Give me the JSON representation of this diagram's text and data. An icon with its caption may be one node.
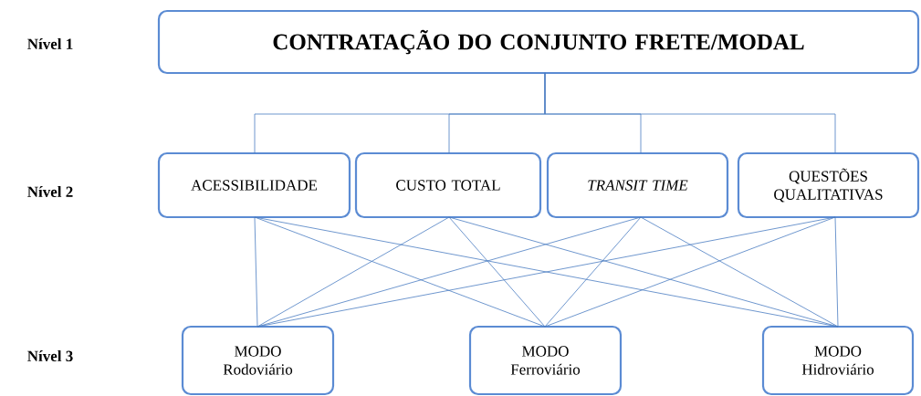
{
  "diagram": {
    "nodes": [
      {
        "text": [
          "CONTRATAÇÃO DO CONJUNTO FRETE/MODAL"
        ]
      },
      {
        "text": [
          "ACESSIBILIDADE"
        ]
      },
      {
        "text": [
          "CUSTO TOTAL"
        ]
      },
      {
        "text": [
          "TRANSIT TIME"
        ]
      },
      {
        "text": [
          "QUESTÕES QUALITATIVAS"
        ]
      },
      {
        "text": [
          "MODO Rodoviário"
        ]
      },
      {
        "text": [
          "MODO Ferroviário"
        ]
      },
      {
        "text": [
          "MODO Hidroviário"
        ]
      }
    ],
    "edges": [
      {
        "from": 0,
        "to": 1,
        "arrow": "none"
      },
      {
        "from": 0,
        "to": 2,
        "arrow": "none"
      },
      {
        "from": 0,
        "to": 3,
        "arrow": "none"
      },
      {
        "from": 0,
        "to": 4,
        "arrow": "none"
      },
      {
        "from": 1,
        "to": 5,
        "arrow": "none"
      },
      {
        "from": 1,
        "to": 6,
        "arrow": "none"
      },
      {
        "from": 1,
        "to": 7,
        "arrow": "none"
      },
      {
        "from": 2,
        "to": 5,
        "arrow": "none"
      },
      {
        "from": 2,
        "to": 6,
        "arrow": "none"
      },
      {
        "from": 2,
        "to": 7,
        "arrow": "none"
      },
      {
        "from": 3,
        "to": 5,
        "arrow": "none"
      },
      {
        "from": 3,
        "to": 6,
        "arrow": "none"
      },
      {
        "from": 3,
        "to": 7,
        "arrow": "none"
      },
      {
        "from": 4,
        "to": 5,
        "arrow": "none"
      },
      {
        "from": 4,
        "to": 6,
        "arrow": "none"
      },
      {
        "from": 4,
        "to": 7,
        "arrow": "none"
      }
    ],
    "labels": [
      "Nível 1",
      "Nível 2",
      "Nível 3"
    ]
  }
}
